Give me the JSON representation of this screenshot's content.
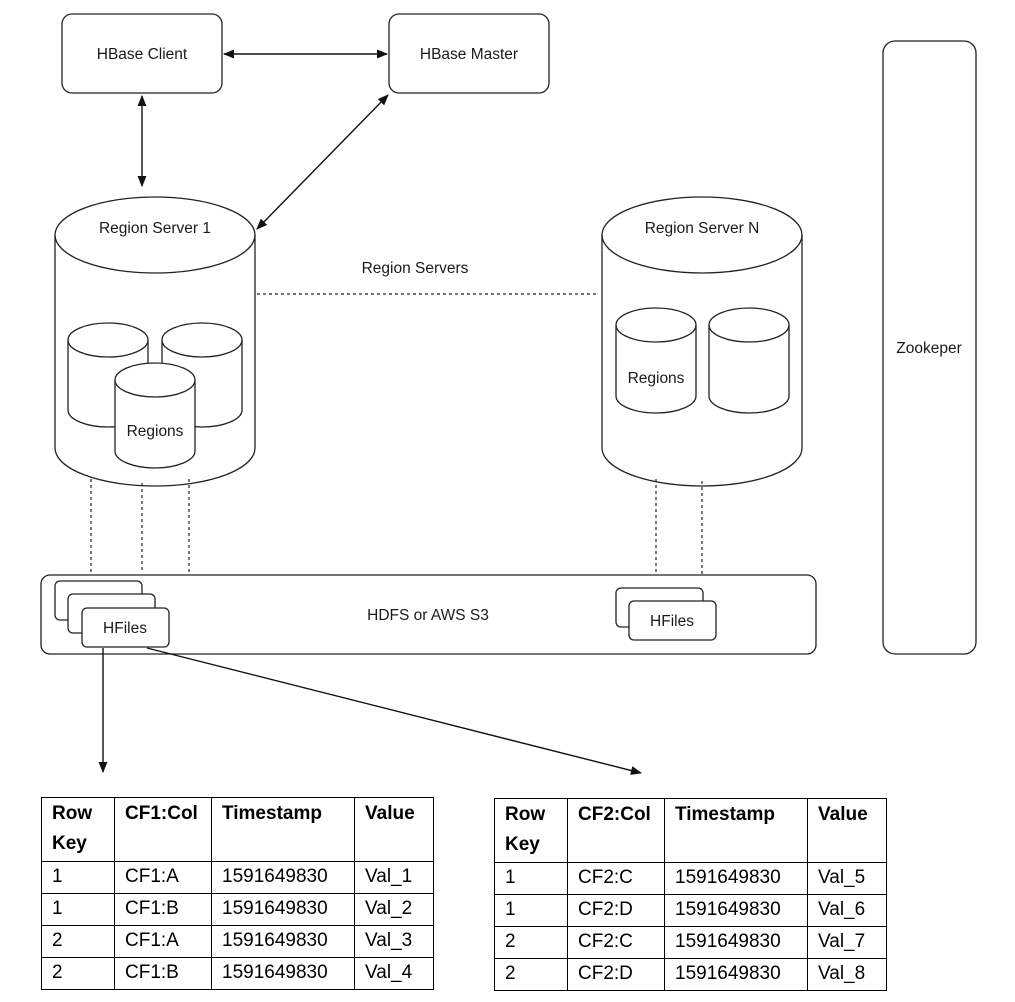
{
  "nodes": {
    "hbase_client": "HBase Client",
    "hbase_master": "HBase Master",
    "region_server_1": "Region Server 1",
    "region_server_n": "Region Server N",
    "region_servers": "Region Servers",
    "regions": "Regions",
    "zookeeper": "Zookeper",
    "storage": "HDFS or AWS S3",
    "hfiles": "HFiles"
  },
  "table_1": {
    "headers": [
      "Row Key",
      "CF1:Col",
      "Timestamp",
      "Value"
    ],
    "rows": [
      [
        "1",
        "CF1:A",
        "1591649830",
        "Val_1"
      ],
      [
        "1",
        "CF1:B",
        "1591649830",
        "Val_2"
      ],
      [
        "2",
        "CF1:A",
        "1591649830",
        "Val_3"
      ],
      [
        "2",
        "CF1:B",
        "1591649830",
        "Val_4"
      ]
    ]
  },
  "table_2": {
    "headers": [
      "Row Key",
      "CF2:Col",
      "Timestamp",
      "Value"
    ],
    "rows": [
      [
        "1",
        "CF2:C",
        "1591649830",
        "Val_5"
      ],
      [
        "1",
        "CF2:D",
        "1591649830",
        "Val_6"
      ],
      [
        "2",
        "CF2:C",
        "1591649830",
        "Val_7"
      ],
      [
        "2",
        "CF2:D",
        "1591649830",
        "Val_8"
      ]
    ]
  }
}
